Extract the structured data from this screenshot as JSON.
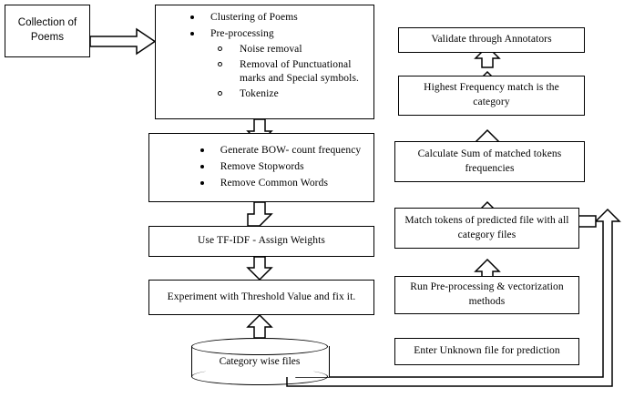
{
  "diagram": {
    "title": "Poem classification pipeline flowchart",
    "stroke_color": "#000000",
    "fill_color": "#ffffff",
    "nodes": {
      "collection": {
        "label": "Collection of Poems",
        "line1": "Collection of",
        "line2": "Poems"
      },
      "clustering_preprocessing": {
        "items": [
          {
            "label": "Clustering of Poems",
            "sub": []
          },
          {
            "label": "Pre-processing",
            "sub": [
              {
                "label": "Noise removal"
              },
              {
                "label": "Removal of Punctuational marks and Special symbols."
              },
              {
                "label": "Tokenize"
              }
            ]
          }
        ]
      },
      "bow": {
        "items": [
          {
            "label": "Generate BOW- count frequency"
          },
          {
            "label": "Remove Stopwords"
          },
          {
            "label": "Remove Common Words"
          }
        ]
      },
      "tfidf": {
        "label": "Use TF-IDF - Assign Weights"
      },
      "threshold": {
        "label": "Experiment with Threshold Value and fix it."
      },
      "category_files": {
        "label": "Category wise files"
      },
      "validate": {
        "label": "Validate through Annotators"
      },
      "highest_frequency": {
        "label": "Highest Frequency match is the category"
      },
      "calculate_sum": {
        "label": "Calculate Sum of matched tokens frequencies"
      },
      "match_tokens": {
        "label": "Match tokens of predicted file with all category files"
      },
      "run_preprocessing": {
        "label": "Run Pre-processing & vectorization methods"
      },
      "enter_unknown": {
        "label": "Enter Unknown file for prediction"
      }
    },
    "connectors": [
      {
        "name": "collection-to-clustering",
        "kind": "block-arrow-right"
      },
      {
        "name": "clustering-to-bow",
        "kind": "block-arrow-down"
      },
      {
        "name": "bow-to-tfidf",
        "kind": "block-arrow-down"
      },
      {
        "name": "tfidf-to-threshold",
        "kind": "block-arrow-down"
      },
      {
        "name": "categoryfiles-to-threshold",
        "kind": "block-arrow-up"
      },
      {
        "name": "enter-to-runpreprocessing",
        "kind": "block-arrow-up"
      },
      {
        "name": "runpreprocessing-to-match",
        "kind": "block-arrow-up"
      },
      {
        "name": "match-to-calculate",
        "kind": "block-arrow-up"
      },
      {
        "name": "calculate-to-highest",
        "kind": "block-arrow-up"
      },
      {
        "name": "highest-to-validate",
        "kind": "block-arrow-up"
      },
      {
        "name": "categoryfiles-to-match-feedback",
        "kind": "block-arrow-left-routed"
      }
    ]
  }
}
